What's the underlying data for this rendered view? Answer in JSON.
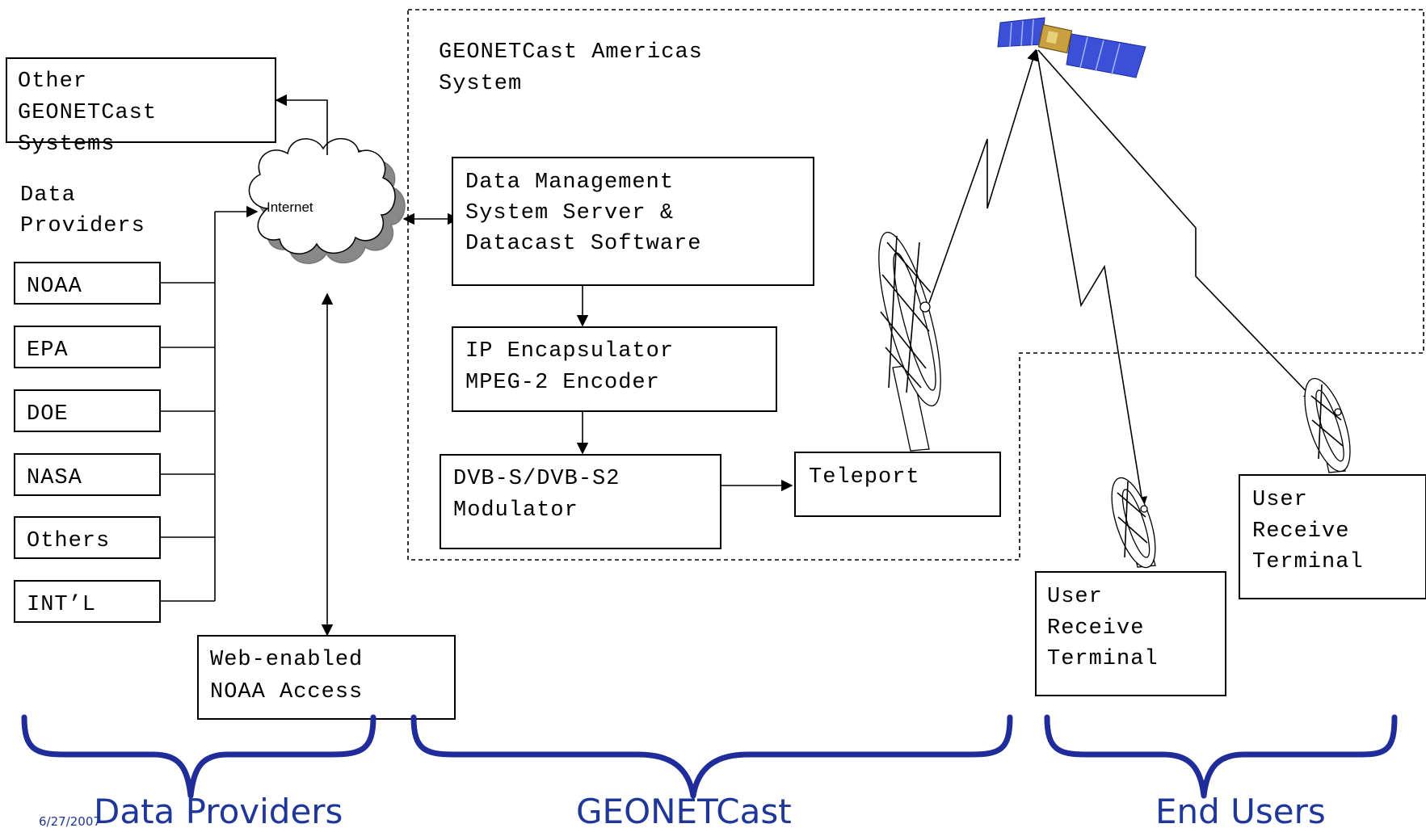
{
  "system_title": [
    "GEONETCast Americas",
    "System"
  ],
  "other_systems": [
    "Other",
    "GEONETCast",
    "Systems"
  ],
  "providers_heading": [
    "Data",
    "Providers"
  ],
  "providers": [
    "NOAA",
    "EPA",
    "DOE",
    "NASA",
    "Others",
    "INT’L"
  ],
  "internet_label": "Internet",
  "dms": [
    "Data Management",
    "System Server &",
    "Datacast Software"
  ],
  "ip_encapsulator": [
    "IP Encapsulator",
    "MPEG-2 Encoder"
  ],
  "modulator": [
    "DVB-S/DVB-S2",
    "Modulator"
  ],
  "teleport": "Teleport",
  "web_access": [
    "Web-enabled",
    "NOAA Access"
  ],
  "terminal_1": [
    "User",
    "Receive",
    "Terminal"
  ],
  "terminal_2": [
    "User",
    "Receive",
    "Terminal"
  ],
  "footer": {
    "data_providers": "Data Providers",
    "geonetcast": "GEONETCast",
    "end_users": "End Users",
    "date": "6/27/2007"
  },
  "colors": {
    "brace": "#1f2c99",
    "label": "#1f3799",
    "solar_panel": "#3b4fd8",
    "satellite_body": "#c8a040"
  }
}
